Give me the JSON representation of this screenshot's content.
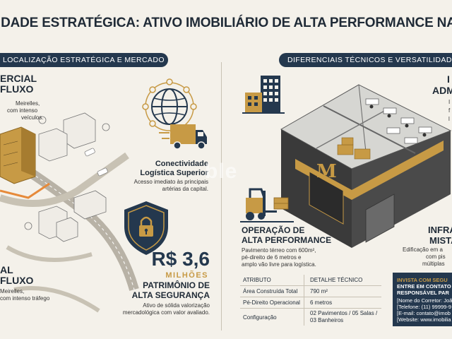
{
  "title": "IDADE ESTRATÉGICA: ATIVO IMOBILIÁRIO DE ALTA PERFORMANCE NA AV. DR. M",
  "left_section": {
    "header": "LOCALIZAÇÃO ESTRATÉGICA E MERCADO",
    "comercial": {
      "title1": "ERCIAL",
      "title2": "FLUXO",
      "line1": "Meirelles,",
      "line2": "com intenso",
      "line3": "veículos."
    },
    "conectividade": {
      "title1": "Conectividade",
      "title2": "Logística Superior",
      "line1": "Acesso imediato às principais",
      "line2": "artérias da capital."
    },
    "fluxo": {
      "title1": "AL",
      "title2": "FLUXO",
      "line1": "Meirelles,",
      "line2": "com intenso tráfego"
    },
    "price": {
      "value": "R$ 3,6",
      "unit": "MILHÕES"
    },
    "patrimonio": {
      "title1": "PATRIMÔNIO DE",
      "title2": "ALTA SEGURANÇA",
      "line1": "Ativo de sólida valorização",
      "line2": "mercadológica com valor avaliado."
    }
  },
  "right_section": {
    "header": "DIFERENCIAIS TÉCNICOS E VERSATILIDADE",
    "admin": {
      "title1": "I",
      "title2": "ADM",
      "line1": "I",
      "line2": "f",
      "line3": "l"
    },
    "operacao": {
      "title1": "OPERAÇÃO DE",
      "title2": "ALTA PERFORMANCE",
      "line1": "Pavimento térreo com 600m²,",
      "line2": "pé-direito de 6 metros e",
      "line3": "amplo vão livre para logística."
    },
    "infra": {
      "title1": "INFRA",
      "title2": "MISTA",
      "line1": "Edificação em a",
      "line2": "com pis",
      "line3": "múltiplas"
    },
    "building_logo": "M",
    "table": {
      "col1": "ATRIBUTO",
      "col2": "DETALHE TÉCNICO",
      "rows": [
        {
          "attr": "Área Construída Total",
          "value": "790 m²"
        },
        {
          "attr": "Pé-Direito Operacional",
          "value": "6 metros"
        },
        {
          "attr": "Configuração",
          "value": "02 Pavimentos / 05 Salas /",
          "value2": "03 Banheiros"
        }
      ]
    },
    "contact": {
      "line1": "INVISTA COM SEGU",
      "line2": "ENTRE EM CONTATO",
      "line3": "RESPONSÁVEL PAR",
      "line4": "[Nome do Corretor: Joã",
      "line5": "[Telefone: (11) 99999-9",
      "line6": "[E-mail: contato@imob",
      "line7": "[Website: www.imobilia"
    }
  },
  "watermark": "ble",
  "colors": {
    "navy": "#24384e",
    "gold": "#c79a45",
    "background": "#f4f1ea"
  }
}
